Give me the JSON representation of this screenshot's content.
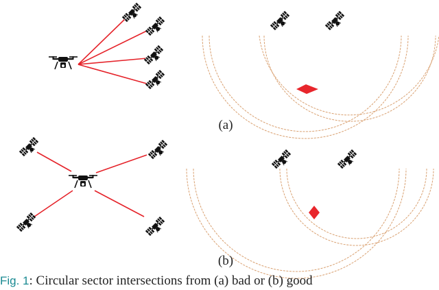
{
  "colors": {
    "link": "#e5232a",
    "arc": "#d9a070",
    "region": "#e8262c",
    "device": "#111111",
    "caption_ref": "#1a8a92",
    "text": "#222222"
  },
  "icons": {
    "drone": "drone-icon",
    "satellite": "satellite-icon"
  },
  "panels": {
    "a": {
      "label": "(a)"
    },
    "b": {
      "label": "(b)"
    }
  },
  "caption": {
    "ref": "Fig. 1",
    "text": ": Circular sector intersections from (a) bad or (b) good"
  }
}
